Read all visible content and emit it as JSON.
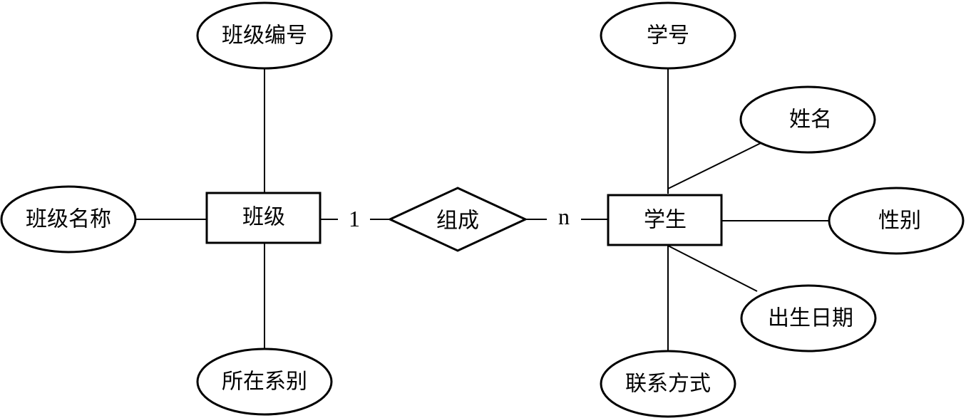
{
  "entities": {
    "class": {
      "label": "班级"
    },
    "student": {
      "label": "学生"
    }
  },
  "relationship": {
    "label": "组成"
  },
  "cardinality": {
    "class_side": "1",
    "student_side": "n"
  },
  "class_attributes": {
    "class_id": "班级编号",
    "class_name": "班级名称",
    "department": "所在系别"
  },
  "student_attributes": {
    "student_id": "学号",
    "name": "姓名",
    "gender": "性别",
    "birth_date": "出生日期",
    "contact": "联系方式"
  }
}
